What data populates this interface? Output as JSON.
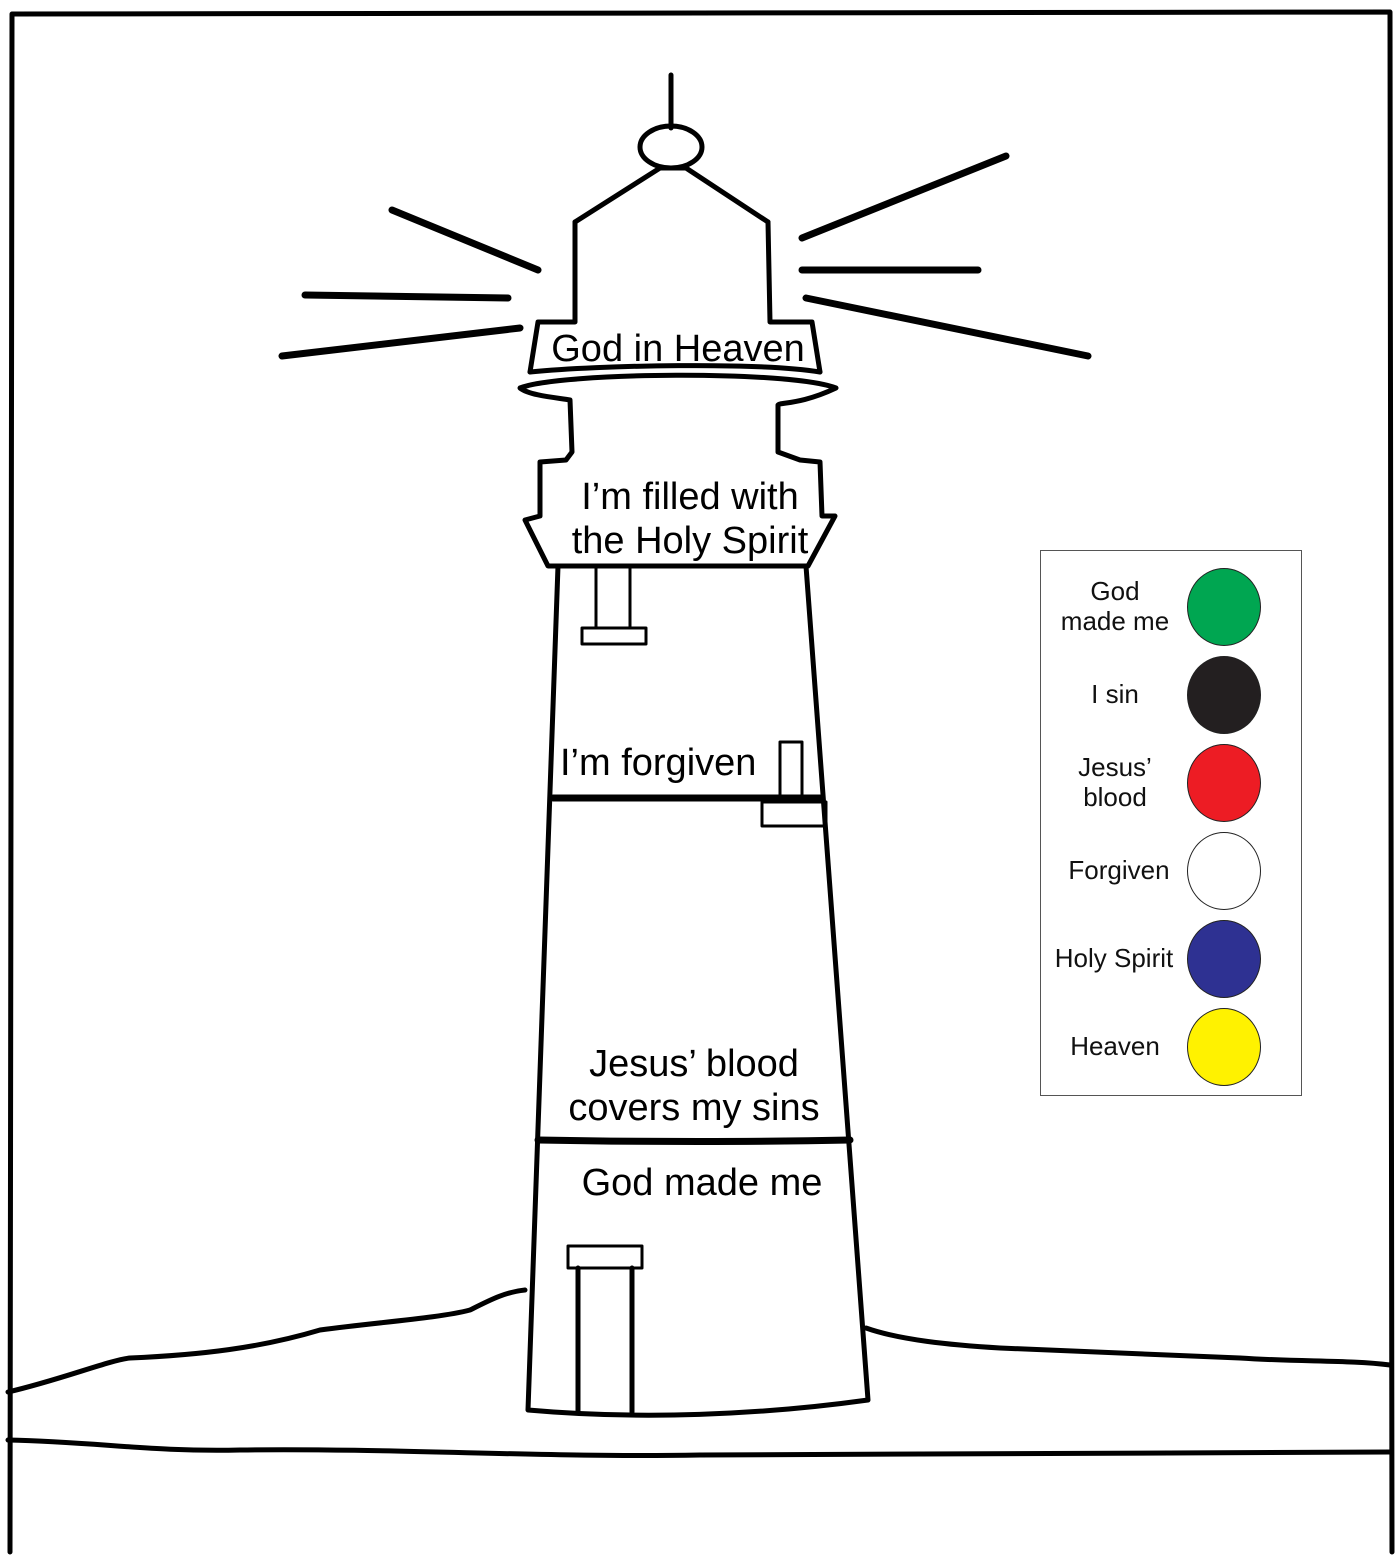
{
  "lighthouse": {
    "labels": {
      "top": "God in Heaven",
      "gallery_line1": "I’m filled with",
      "gallery_line2": "the Holy Spirit",
      "middle": "I’m forgiven",
      "lower_line1": "Jesus’ blood",
      "lower_line2": "covers my sins",
      "base": "God made me"
    }
  },
  "legend": {
    "items": [
      {
        "line1": "God",
        "line2": "made me",
        "color": "#00A651"
      },
      {
        "line1": "I sin",
        "line2": "",
        "color": "#231F20"
      },
      {
        "line1": "Jesus’",
        "line2": "blood",
        "color": "#ED1C24"
      },
      {
        "line1": "Forgiven",
        "line2": "",
        "color": "#FFFFFF"
      },
      {
        "line1": "Holy Spirit",
        "line2": "",
        "color": "#2E3192"
      },
      {
        "line1": "Heaven",
        "line2": "",
        "color": "#FFF200"
      }
    ]
  }
}
